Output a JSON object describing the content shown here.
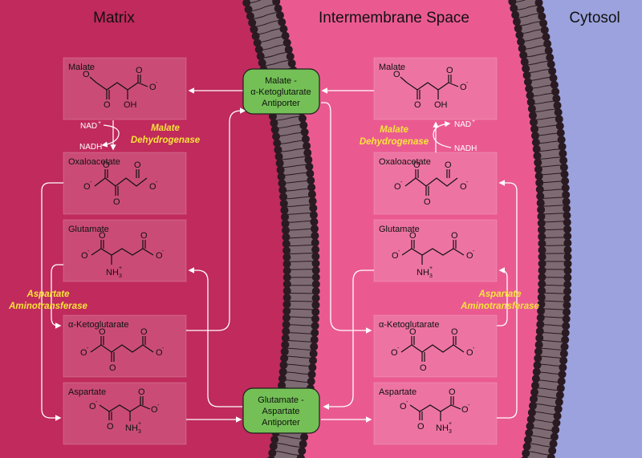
{
  "regions": {
    "matrix": "Matrix",
    "intermembrane": "Intermembrane Space",
    "cytosol": "Cytosol"
  },
  "molecules": {
    "malate": "Malate",
    "oxaloacetate": "Oxaloacetate",
    "glutamate": "Glutamate",
    "ketoglutarate": "α-Ketoglutarate",
    "aspartate": "Aspartate"
  },
  "chem_text": {
    "oxygen": "O",
    "oh": "OH",
    "nh3": "NH",
    "sub3": "3",
    "plus": "+",
    "minus": "-"
  },
  "cofactors": {
    "nad": "NAD",
    "nad_charge": "+",
    "nadh": "NADH"
  },
  "enzymes": {
    "malate_dh": [
      "Malate",
      "Dehydrogenase"
    ],
    "aspartate_at": [
      "Aspartate",
      "Aminotransferase"
    ]
  },
  "antiporters": {
    "malate_akg": [
      "Malate -",
      "α-Ketoglutarate",
      "Antiporter"
    ],
    "glu_asp": [
      "Glutamate -",
      "Aspartate",
      "Antiporter"
    ]
  },
  "colors": {
    "matrix_bg": "#c02a5c",
    "intermembrane_bg": "#ea5a91",
    "cytosol_bg": "#9ba2dd",
    "membrane_head": "#2a1a22",
    "antiporter_fill": "#74c056",
    "enzyme_text": "#f6e43a",
    "arrow": "#ffffff"
  }
}
